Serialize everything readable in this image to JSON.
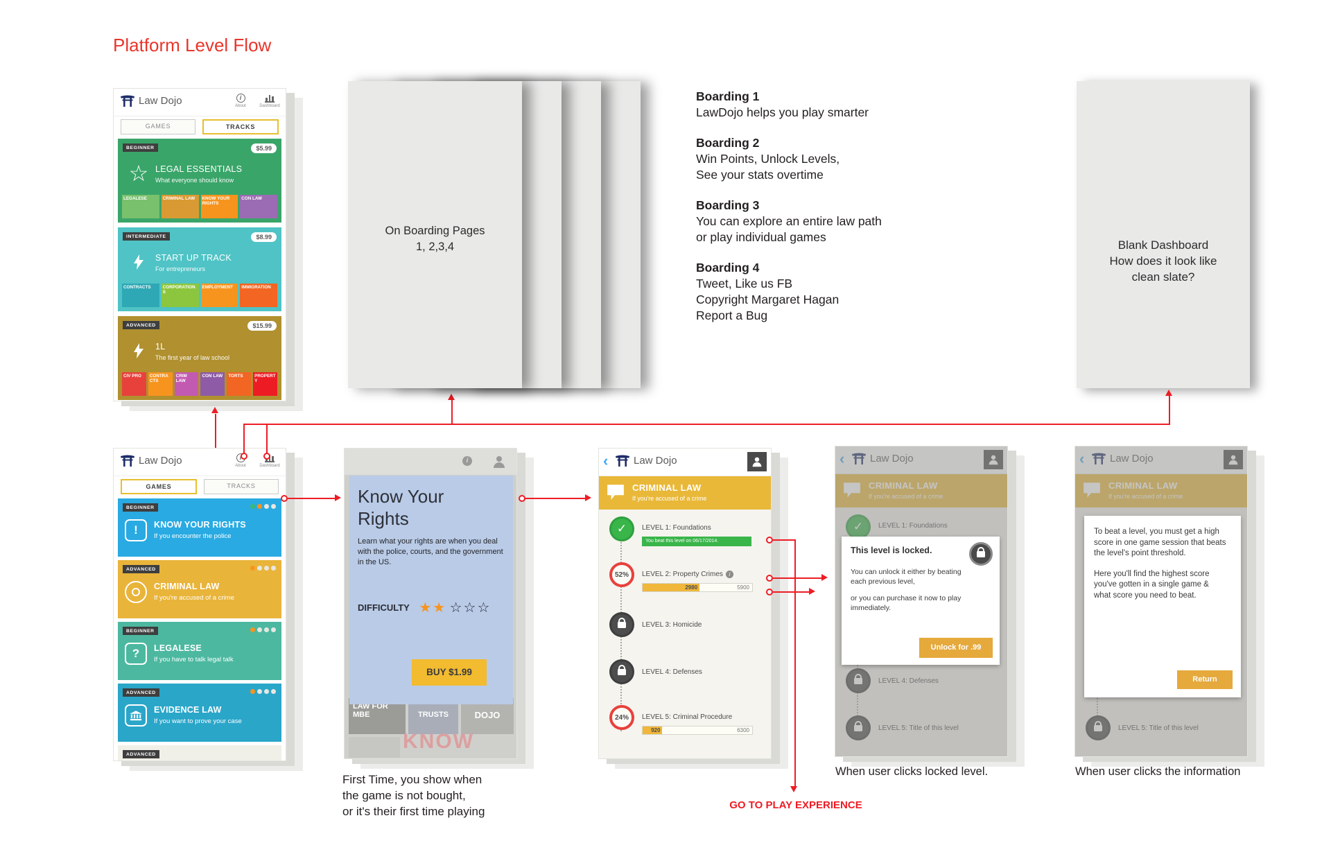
{
  "palette": {
    "accent_red": "#ed1c24",
    "gold": "#e9b839",
    "track_green": "#3aa569",
    "track_teal": "#4fc3c5",
    "track_gold": "#b0902f",
    "game_blue": "#29aae2",
    "game_gold": "#e9b43a",
    "game_teal": "#4cb8a0",
    "game_cyan": "#2aa6c9",
    "level_green": "#39b54a",
    "panel_blue": "#b9cbe7"
  },
  "title": "Platform Level Flow",
  "app": {
    "name": "Law Dojo",
    "about_label": "About",
    "dashboard_label": "Dashboard",
    "tab_games": "GAMES",
    "tab_tracks": "TRACKS"
  },
  "tracks_phone": {
    "cards": [
      {
        "badge": "BEGINNER",
        "price": "$5.99",
        "title": "LEGAL ESSENTIALS",
        "subtitle": "What everyone should know",
        "tiles": [
          "LEGALESE",
          "CRIMINAL LAW",
          "KNOW YOUR RIGHTS",
          "CON LAW"
        ]
      },
      {
        "badge": "INTERMEDIATE",
        "price": "$8.99",
        "title": "START UP TRACK",
        "subtitle": "For entrepreneurs",
        "tiles": [
          "CONTRACTS",
          "CORPORATIONS",
          "EMPLOYMENT",
          "IMMIGRATION"
        ]
      },
      {
        "badge": "ADVANCED",
        "price": "$15.99",
        "title": "1L",
        "subtitle": "The first year of law school",
        "tiles": [
          "CIV PRO",
          "CONTRACTS",
          "CRIM LAW",
          "CON LAW",
          "TORTS",
          "PROPERTY"
        ]
      }
    ]
  },
  "games_phone": {
    "cards": [
      {
        "badge": "BEGINNER",
        "title": "KNOW YOUR RIGHTS",
        "subtitle": "If you encounter the police"
      },
      {
        "badge": "ADVANCED",
        "title": "CRIMINAL LAW",
        "subtitle": "If you're accused of a crime"
      },
      {
        "badge": "BEGINNER",
        "title": "LEGALESE",
        "subtitle": "If you have to talk legal talk"
      },
      {
        "badge": "ADVANCED",
        "title": "EVIDENCE LAW",
        "subtitle": "If you want to prove your case"
      },
      {
        "badge": "ADVANCED"
      }
    ]
  },
  "onboarding": {
    "line1": "On Boarding Pages",
    "line2": "1, 2,3,4"
  },
  "boarding_notes": [
    {
      "heading": "Boarding 1",
      "lines": [
        "LawDojo helps you play smarter"
      ]
    },
    {
      "heading": "Boarding 2",
      "lines": [
        "Win Points, Unlock Levels,",
        "See your stats overtime"
      ]
    },
    {
      "heading": "Boarding 3",
      "lines": [
        "You can explore an entire law path",
        "or play individual games"
      ]
    },
    {
      "heading": "Boarding 4",
      "lines": [
        "Tweet, Like us FB",
        "Copyright Margaret Hagan",
        "Report a Bug"
      ]
    }
  ],
  "blank_dashboard": {
    "lines": [
      "Blank Dashboard",
      "How does it look like",
      "clean slate?"
    ]
  },
  "game_detail": {
    "title": "Know Your Rights",
    "description": "Learn what your rights are when you deal with the police, courts, and the government in the US.",
    "difficulty_label": "DIFFICULTY",
    "stars_filled": 2,
    "stars_total": 5,
    "stars_filled_glyphs": "★★",
    "stars_empty_glyphs": "☆☆☆",
    "buy_button": "BUY $1.99",
    "bg_tiles": [
      "LAW FOR MBE",
      "TRUSTS",
      "DOJO",
      "KNOW"
    ]
  },
  "levels_phone": {
    "band_title": "CRIMINAL LAW",
    "band_subtitle": "If you're accused of a crime",
    "levels": [
      {
        "name": "LEVEL 1: Foundations",
        "banner": "You beat this level on 06/17/2014."
      },
      {
        "name": "LEVEL 2: Property Crimes",
        "percent": "52%",
        "score": "2980",
        "target": "5900"
      },
      {
        "name": "LEVEL 3: Homicide"
      },
      {
        "name": "LEVEL 4: Defenses"
      },
      {
        "name": "LEVEL 5: Criminal Procedure",
        "percent": "24%",
        "score": "920",
        "target": "6300"
      }
    ]
  },
  "locked_modal_phone": {
    "modal": {
      "title": "This level is locked.",
      "body1": "You can unlock it either by beating each previous level,",
      "body2": "or you can purchase it now to play immediately.",
      "button": "Unlock for .99"
    },
    "level4": "LEVEL 4: Defenses",
    "level5": "LEVEL 5: Title of this level",
    "caption": "When user clicks locked level."
  },
  "info_modal_phone": {
    "modal": {
      "body1": "To beat a level, you must get a high score in one game session that beats the level's point threshold.",
      "body2": "Here you'll find the highest score you've gotten in a single game & what score you need to beat.",
      "button": "Return"
    },
    "level5": "LEVEL 5: Title of this level",
    "caption": "When user clicks the information"
  },
  "captions": {
    "first_time": [
      "First Time, you show when",
      "the game is not bought,",
      "or it's their first time playing"
    ],
    "go_to_play": "GO TO PLAY EXPERIENCE"
  }
}
